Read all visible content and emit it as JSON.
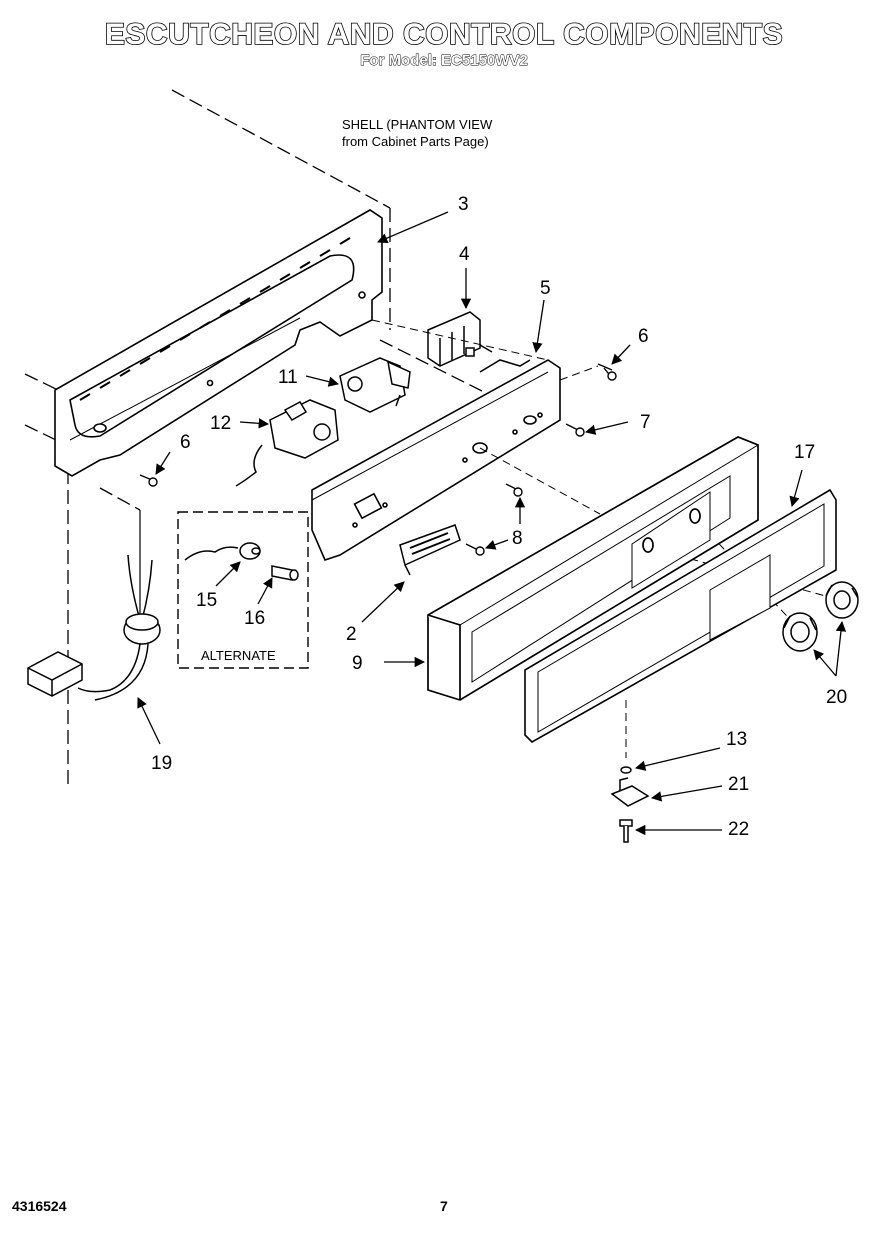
{
  "header": {
    "title": "ESCUTCHEON AND CONTROL COMPONENTS",
    "subtitle": "For Model: EC5150WV2"
  },
  "notes": {
    "shell_line1": "SHELL (PHANTOM VIEW",
    "shell_line2": "from Cabinet Parts Page)",
    "alternate": "ALTERNATE"
  },
  "callouts": {
    "c3": "3",
    "c4": "4",
    "c5": "5",
    "c6a": "6",
    "c6b": "6",
    "c7": "7",
    "c11": "11",
    "c12": "12",
    "c8": "8",
    "c2": "2",
    "c15": "15",
    "c16": "16",
    "c17": "17",
    "c9": "9",
    "c20": "20",
    "c19": "19",
    "c13": "13",
    "c21": "21",
    "c22": "22"
  },
  "footer": {
    "doc_number": "4316524",
    "page_number": "7"
  }
}
